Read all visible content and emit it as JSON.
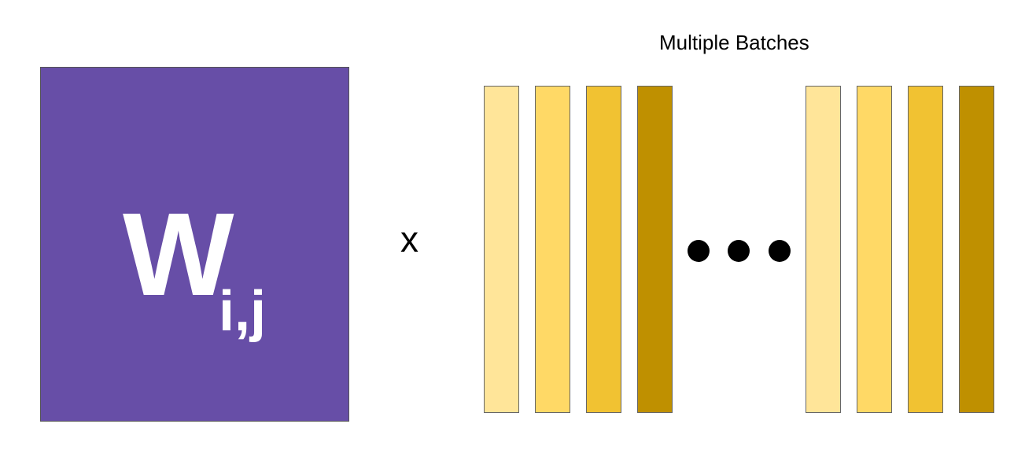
{
  "colors": {
    "matrix": "#674ea7",
    "batch_shades": [
      "#ffe599",
      "#ffd966",
      "#f1c232",
      "#bf9000"
    ]
  },
  "matrix": {
    "symbol": "W",
    "subscript": "i,j"
  },
  "operator": "x",
  "batches": {
    "title": "Multiple Batches",
    "groups": [
      {
        "shades": [
          0,
          1,
          2,
          3
        ]
      },
      {
        "shades": [
          0,
          1,
          2,
          3
        ]
      }
    ],
    "ellipsis_dots": 3
  }
}
